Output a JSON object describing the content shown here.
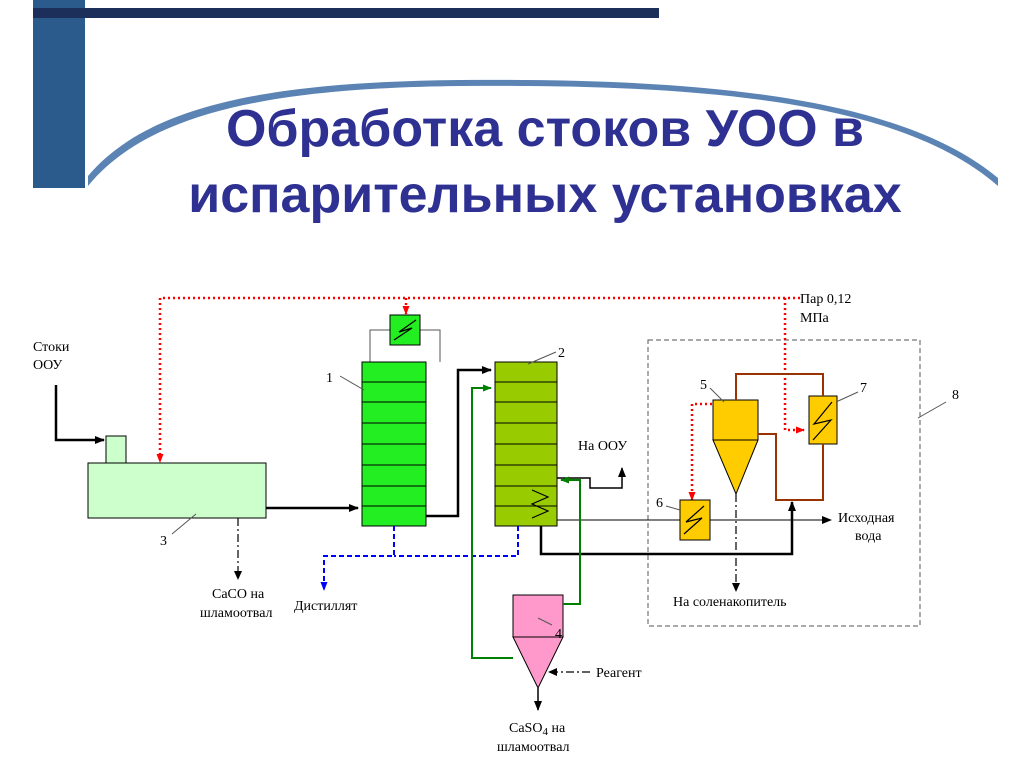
{
  "slide": {
    "title_line1": "Обработка стоков УОО в",
    "title_line2": "испарительных установках"
  },
  "diagram": {
    "labels": {
      "stoki_1": "Стоки",
      "stoki_2": "ООУ",
      "par_1": "Пар 0,12",
      "par_2": "МПа",
      "na_oou": "На ООУ",
      "iskhodnaya_1": "Исходная",
      "iskhodnaya_2": "вода",
      "caco_1": "CaCO на",
      "caco_2": "шламоотвал",
      "distillyat": "Дистиллят",
      "na_solenakopitel": "На соленакопитель",
      "reagent": "Реагент",
      "caso4_prefix": "CaSO",
      "caso4_sub": "4",
      "caso4_suffix": " на",
      "caso4_2": "шламоотвал"
    },
    "numbers": [
      "1",
      "2",
      "3",
      "4",
      "5",
      "6",
      "7",
      "8"
    ]
  },
  "colors": {
    "title": "#2E3192",
    "decor_blue": "#2B5A8C",
    "arc": "#5B84B4",
    "evaporator_1": "#22EE22",
    "evaporator_2": "#99CC00",
    "tank_3": "#CCFFCC",
    "crystallizer_4": "#FF99CC",
    "unit_yellow": "#FFCC00",
    "steam_line": "#FF0000",
    "distillate_line": "#0000FF",
    "recycle_line": "#008000",
    "loop_line": "#993300"
  }
}
